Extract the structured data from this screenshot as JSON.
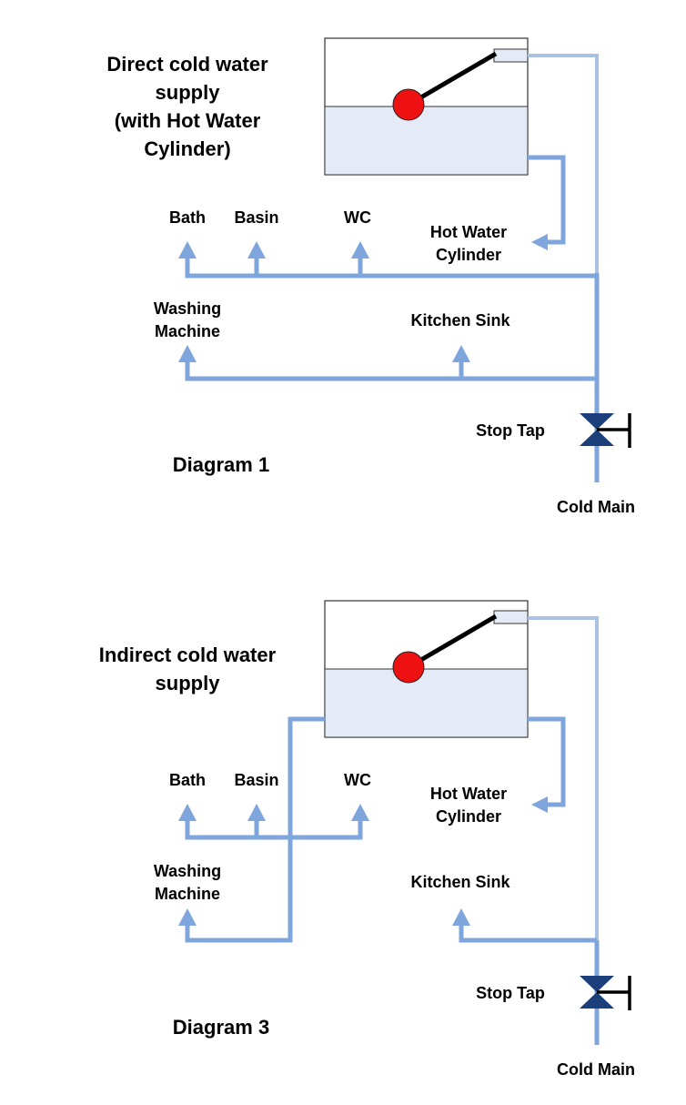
{
  "colors": {
    "pipe": "#7ea6dc",
    "overflow_pipe": "#a9c2e3",
    "ball_float": "#ee1111",
    "water": "#e4ebf6",
    "valve": "#1a3f7a"
  },
  "diagram1": {
    "title_lines": [
      "Direct cold water",
      "supply",
      "(with Hot Water",
      "Cylinder)"
    ],
    "labels": {
      "bath": "Bath",
      "basin": "Basin",
      "wc": "WC",
      "hot_water_1": "Hot Water",
      "hot_water_2": "Cylinder",
      "washing_1": "Washing",
      "washing_2": "Machine",
      "kitchen_sink": "Kitchen Sink",
      "stop_tap": "Stop Tap",
      "cold_main": "Cold Main"
    },
    "caption": "Diagram 1"
  },
  "diagram3": {
    "title_lines": [
      "Indirect cold water",
      "supply"
    ],
    "labels": {
      "bath": "Bath",
      "basin": "Basin",
      "wc": "WC",
      "hot_water_1": "Hot Water",
      "hot_water_2": "Cylinder",
      "washing_1": "Washing",
      "washing_2": "Machine",
      "kitchen_sink": "Kitchen Sink",
      "stop_tap": "Stop Tap",
      "cold_main": "Cold Main"
    },
    "caption": "Diagram 3"
  }
}
